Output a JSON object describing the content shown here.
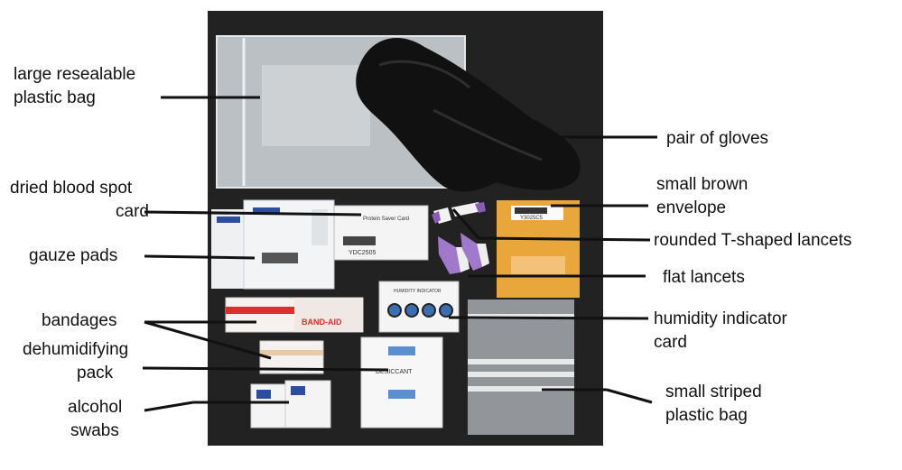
{
  "labels": {
    "large_bag": [
      "large resealable",
      "plastic bag"
    ],
    "gloves": [
      "pair of gloves"
    ],
    "blood_card": [
      "dried blood spot",
      "card"
    ],
    "gauze": [
      "gauze pads"
    ],
    "bandages": [
      "bandages"
    ],
    "dehumid": [
      "dehumidifying",
      "pack"
    ],
    "alcohol": [
      "alcohol",
      "swabs"
    ],
    "brown_env": [
      "small brown",
      "envelope"
    ],
    "t_lancets": [
      "rounded T-shaped lancets"
    ],
    "flat_lancets": [
      "flat lancets"
    ],
    "humidity": [
      "humidity indicator",
      "card"
    ],
    "striped_bag": [
      "small striped",
      "plastic bag"
    ]
  },
  "print": {
    "protein_card": "Protein Saver Card",
    "card_code": "YDC2505",
    "envelope_code": "Y3025C5",
    "humidity_title": "HUMIDITY INDICATOR",
    "band_aid": "BAND-AID",
    "desiccant": "DESICCANT"
  }
}
